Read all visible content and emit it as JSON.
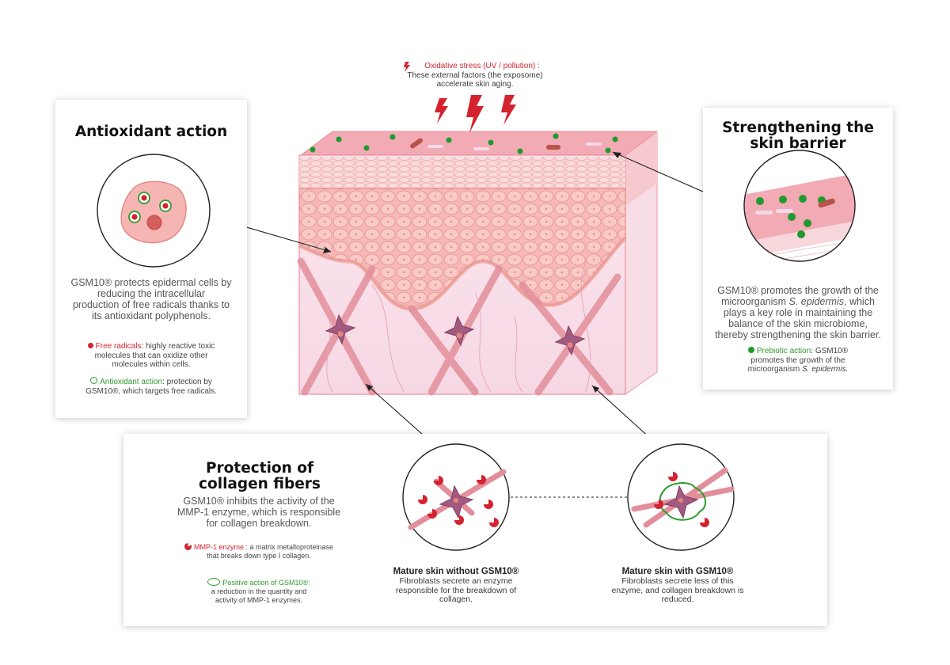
{
  "stress": {
    "label": "Oxidative stress (UV / pollution) :",
    "line1": "These external factors (the exposome)",
    "line2": "accelerate skin aging."
  },
  "antioxidant": {
    "title": "Antioxidant action",
    "desc": [
      "GSM10® protects epidermal cells by",
      "reducing the intracellular",
      "production of free radicals thanks to",
      "its antioxidant polyphenols."
    ],
    "free_label": "Free radicals",
    "free_desc": [
      ": highly reactive toxic",
      "molecules that can oxidize other",
      "molecules within cells."
    ],
    "action_label": "Antioxidant action",
    "action_desc": [
      ": protection by",
      "GSM10®, which targets free radicals."
    ]
  },
  "barrier": {
    "title_line1": "Strengthening the",
    "title_line2": "skin barrier",
    "desc1": "GSM10® promotes the growth of the",
    "desc2a": "microorganism ",
    "desc2b": "S. epidermis",
    "desc2c": ", which",
    "desc3": "plays a key role in maintaining the",
    "desc4": "balance of the skin microbiome,",
    "desc5": "thereby strengthening the skin barrier.",
    "prebiotic_label": "Prebiotic action",
    "prebiotic_rest": ": GSM10®",
    "prebiotic2": "promotes the growth of the",
    "prebiotic3a": "microorganism ",
    "prebiotic3b": "S. epidermis."
  },
  "collagen": {
    "title_line1": "Protection of",
    "title_line2": "collagen fibers",
    "desc": [
      "GSM10® inhibits the activity of the",
      "MMP-1 enzyme, which is responsible",
      "for collagen breakdown."
    ],
    "mmp_label": "MMP-1 enzyme",
    "mmp_desc": [
      " : a matrix metalloproteinase",
      "that breaks down type I collagen."
    ],
    "pos_label": "Positive action of GSM10®:",
    "pos_desc": [
      "a reduction in the quantity and",
      "activity of MMP-1 enzymes."
    ],
    "without_title": "Mature skin without GSM10®",
    "without_desc": [
      "Fibroblasts secrete an enzyme",
      "responsible for the breakdown of",
      "collagen."
    ],
    "with_title": "Mature skin with GSM10®",
    "with_desc": [
      "Fibroblasts secrete less of this",
      "enzyme, and collagen breakdown is",
      "reduced."
    ]
  },
  "colors": {
    "red": "#d4232f",
    "green": "#2e9a2e",
    "skin_pink": "#f2b6bb",
    "collagen": "#e28f9b",
    "fibroblast": "#a35a80"
  }
}
